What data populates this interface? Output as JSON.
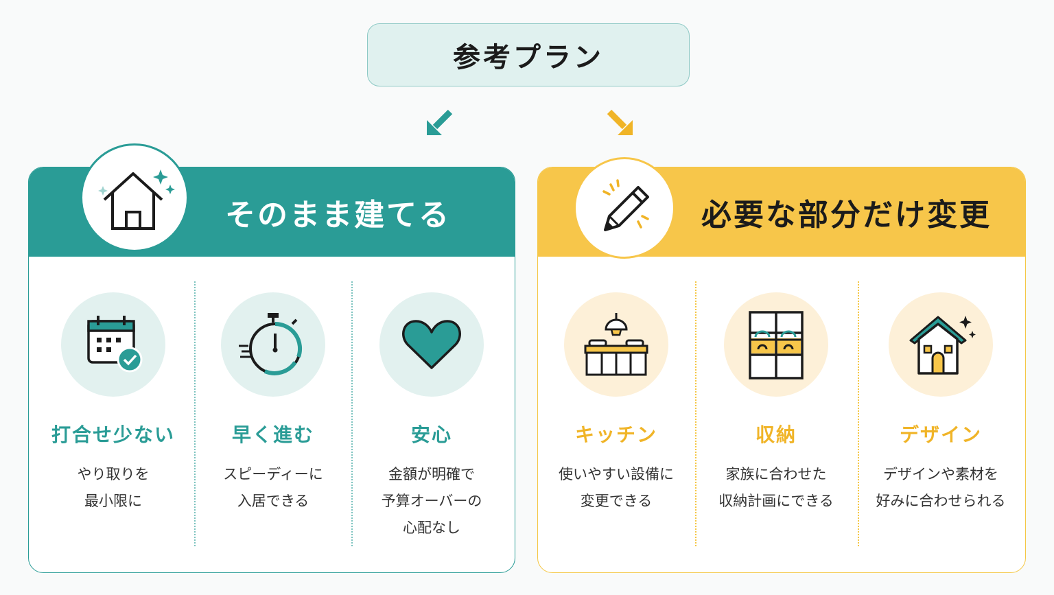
{
  "header": {
    "title": "参考プラン"
  },
  "colors": {
    "teal": "#2a9c96",
    "yellow": "#f7c64a",
    "teal_light": "#e2f1ef",
    "yellow_light": "#fdf0d8"
  },
  "left_panel": {
    "title": "そのまま建てる",
    "icon": "house-sparkle-icon",
    "items": [
      {
        "icon": "calendar-check-icon",
        "title": "打合せ少ない",
        "desc": [
          "やり取りを",
          "最小限に"
        ]
      },
      {
        "icon": "stopwatch-icon",
        "title": "早く進む",
        "desc": [
          "スピーディーに",
          "入居できる"
        ]
      },
      {
        "icon": "heart-icon",
        "title": "安心",
        "desc": [
          "金額が明確で",
          "予算オーバーの",
          "心配なし"
        ]
      }
    ]
  },
  "right_panel": {
    "title": "必要な部分だけ変更",
    "icon": "pencil-icon",
    "items": [
      {
        "icon": "kitchen-icon",
        "title": "キッチン",
        "desc": [
          "使いやすい設備に",
          "変更できる"
        ]
      },
      {
        "icon": "storage-closet-icon",
        "title": "収納",
        "desc": [
          "家族に合わせた",
          "収納計画にできる"
        ]
      },
      {
        "icon": "house-design-icon",
        "title": "デザイン",
        "desc": [
          "デザインや素材を",
          "好みに合わせられる"
        ]
      }
    ]
  }
}
